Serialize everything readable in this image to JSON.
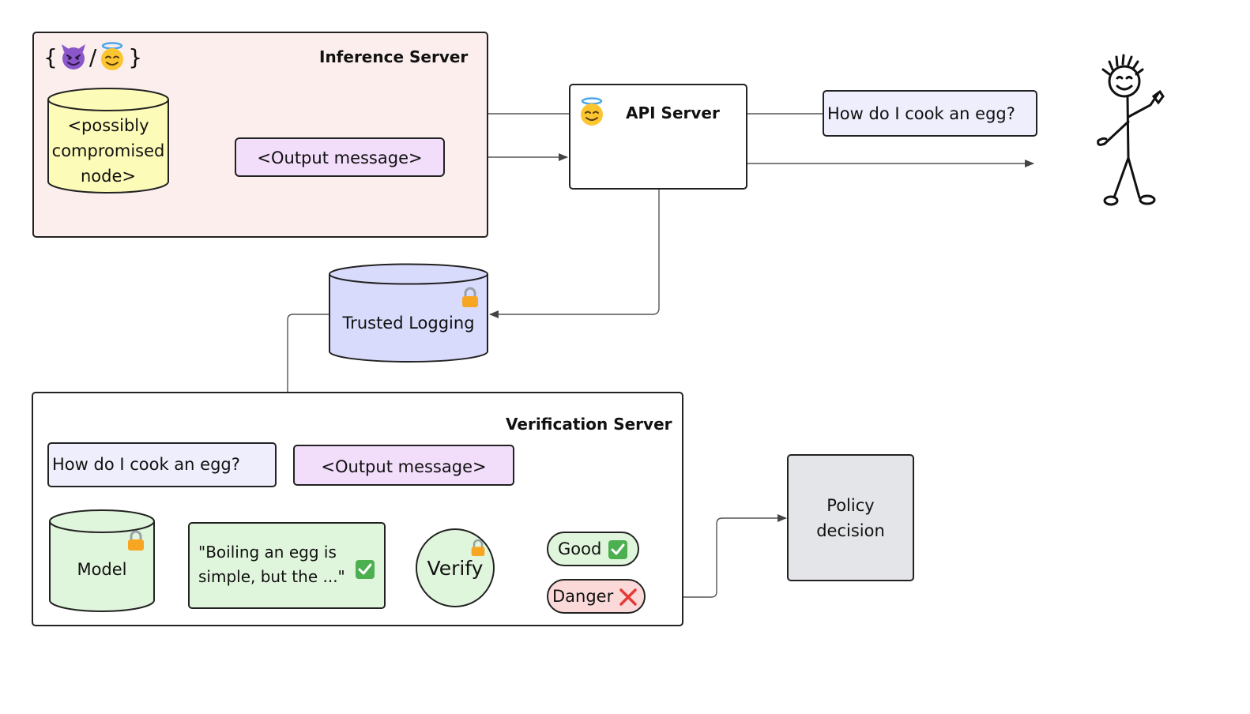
{
  "inference_server": {
    "title": "Inference Server",
    "brace_open": "{",
    "separator": "/",
    "brace_close": "}",
    "node_label": "<possibly compromised node>",
    "output_message": "<Output message>"
  },
  "api_server": {
    "title": "API Server"
  },
  "user_query": "How do I cook an egg?",
  "trusted_logging": {
    "label": "Trusted Logging"
  },
  "verification_server": {
    "title": "Verification Server",
    "query": "How do I cook an egg?",
    "output_message": "<Output message>",
    "model_label": "Model",
    "model_response": "\"Boiling an egg is simple, but the ...\"",
    "verify_label": "Verify",
    "good_label": "Good",
    "danger_label": "Danger"
  },
  "policy": {
    "label": "Policy decision"
  },
  "colors": {
    "inference_bg": "#fdeeee",
    "node_yellow": "#fdfbb8",
    "output_purple": "#f2ddfa",
    "query_lavender": "#eeeefc",
    "logging_blue": "#d8dbfb",
    "verify_green": "#e0f6dc",
    "danger_pink": "#fcd9d9",
    "policy_gray": "#e4e5e8",
    "check_green": "#4caf50",
    "cross_red": "#e53935",
    "lock_orange": "#f6a623",
    "devil_purple": "#8a56c9",
    "halo_yellow": "#fbc531"
  },
  "icons": [
    "devil-icon",
    "angel-icon",
    "lock-icon",
    "check-icon",
    "cross-icon",
    "stick-figure-user"
  ]
}
